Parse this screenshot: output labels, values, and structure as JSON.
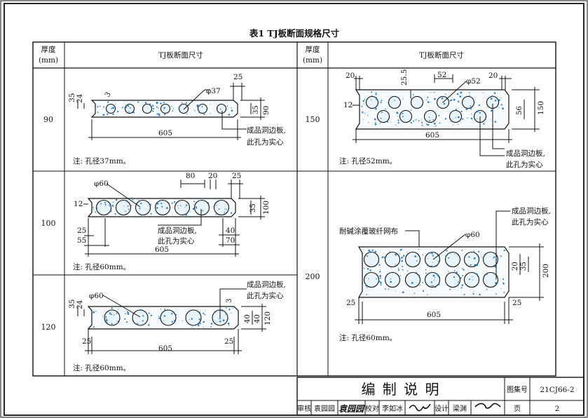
{
  "table_title": "表1   TJ板断面规格尺寸",
  "headers": {
    "thickness": "厚度",
    "thickness_unit": "(mm)",
    "section": "TJ板断面尺寸"
  },
  "rows": [
    {
      "thickness": "90",
      "note": "注: 孔径37mm。",
      "hole_label": "φ37",
      "callout_line1": "成品洞边板,",
      "callout_line2": "此孔为实心",
      "dims": {
        "width": "605",
        "top": "25",
        "left_a": "35",
        "left_b": "24",
        "edge": "3",
        "right_height": "90",
        "right_small": "35"
      }
    },
    {
      "thickness": "100",
      "note": "注: 孔径60mm。",
      "hole_label": "φ60",
      "callout_line1": "成品洞边板,",
      "callout_line2": "此孔为实心",
      "dims": {
        "width": "605",
        "pitch": "80",
        "gap": "20",
        "top": "25",
        "left_top": "12",
        "left_a": "25",
        "left_b": "55",
        "right_small": "35",
        "right_height": "100",
        "right_a": "40",
        "right_b": "70"
      }
    },
    {
      "thickness": "120",
      "note": "注: 孔径60mm。",
      "hole_label": "φ60",
      "callout_line1": "成品洞边板,",
      "callout_line2": "此孔为实心",
      "dims": {
        "width": "605",
        "left_a": "35",
        "left_b": "24",
        "edge": "3",
        "bottom_left": "25",
        "bottom_right": "25",
        "right_a": "40",
        "right_b": "40",
        "right_height": "120"
      }
    },
    {
      "thickness": "150",
      "note": "注: 孔径52mm。",
      "hole_label": "φ52",
      "callout_line1": "成品洞边板,",
      "callout_line2": "此孔为实心",
      "dims": {
        "width": "605",
        "left_top": "20",
        "cover": "25.5",
        "pitch": "52",
        "right_top": "20",
        "left_side": "12",
        "right_a": "56",
        "right_height": "150"
      }
    },
    {
      "thickness": "200",
      "note": "注: 孔径60mm。",
      "hole_label": "φ60",
      "mesh_label": "耐碱涂覆玻纤网布",
      "callout_line1": "成品洞边板,",
      "callout_line2": "此孔为实心",
      "dims": {
        "width": "605",
        "bottom_left": "25",
        "bottom_right": "25",
        "right_a": "20",
        "right_b": "35",
        "right_height": "200"
      }
    }
  ],
  "title_block": {
    "heading": "编 制 说 明",
    "atlas_label": "图集号",
    "atlas_no": "21CJ66-2",
    "review_label": "审核",
    "reviewer": "袁园园",
    "proof_label": "校对",
    "proofer": "李如冰",
    "design_label": "设计",
    "designer": "梁渊",
    "page_label": "页",
    "page_no": "2"
  },
  "colors": {
    "line": "#111111",
    "fill_dot": "#2b7fc6",
    "board_fill": "#f7fbfd"
  }
}
